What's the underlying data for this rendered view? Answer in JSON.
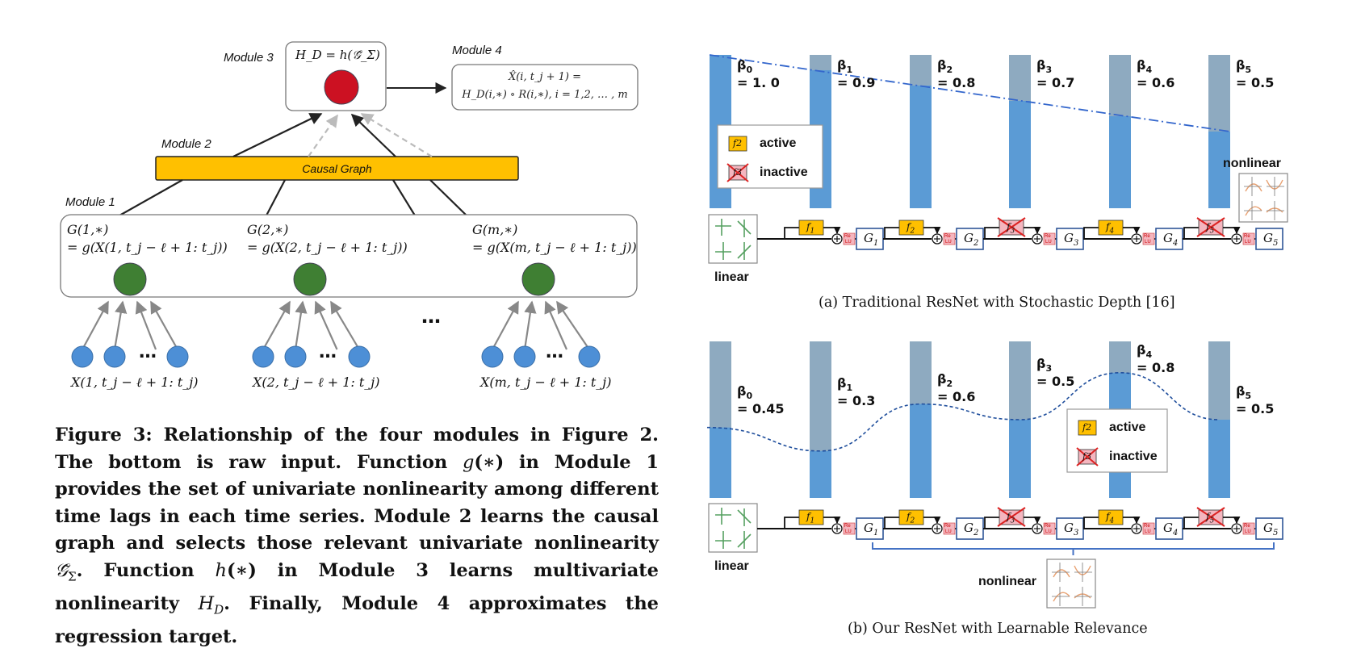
{
  "left_figure": {
    "modules": {
      "m1": "Module 1",
      "m2": "Module 2",
      "m3": "Module 3",
      "m4": "Module 4"
    },
    "module3_formula": "H_D = h(𝒢̃_Σ)",
    "module4_formula_line1": "X̂(i, t_j + 1) =",
    "module4_formula_line2": "H_D(i,∗) ∘ R(i,∗), i = 1,2, … , m",
    "causal_graph": "Causal   Graph",
    "groups": [
      {
        "g_line1": "G(1,∗)",
        "g_line2": "= g(X(1, t_j − ℓ + 1: t_j))",
        "input": "X(1, t_j − ℓ + 1: t_j)"
      },
      {
        "g_line1": "G(2,∗)",
        "g_line2": "= g(X(2, t_j − ℓ + 1: t_j))",
        "input": "X(2, t_j − ℓ + 1: t_j)"
      },
      {
        "g_line1": "G(m,∗)",
        "g_line2": "= g(X(m, t_j − ℓ + 1: t_j))",
        "input": "X(m, t_j − ℓ + 1: t_j)"
      }
    ],
    "ellipsis": "…",
    "colors": {
      "module3_node": "#cc1122",
      "module1_node": "#3f7f33",
      "input_node": "#4d8fd6",
      "causal_bar": "#ffc000"
    }
  },
  "caption": "Figure 3: Relationship of the four modules in Figure 2. The bottom is raw input. Function g(∗) in Module 1 provides the set of univariate nonlinearity among different time lags in each time series. Module 2 learns the causal graph and selects those relevant univariate nonlinearity 𝒢̃_Σ. Function h(∗) in Module 3 learns multivariate nonlinearity H_D. Finally, Module 4 approximates the regression target.",
  "caption_parts": {
    "p1": "Figure 3: Relationship of the four modules in Figure 2. The bottom is raw input. Function ",
    "g": "g",
    "p2": "(∗) in Module 1 provides the set of univariate nonlinearity among different time lags in each time series. Module 2 learns the causal graph and selects those relevant univariate nonlinearity ",
    "gsig": "𝒢̃",
    "sig": "Σ",
    "p3": ". Function ",
    "h": "h",
    "p4": "(∗) in Module 3 learns multivariate nonlinearity ",
    "H": "H",
    "D": "D",
    "p5": ". Finally, Module 4 approximates the regression target."
  },
  "panel_a": {
    "caption": "(a)  Traditional ResNet with Stochastic Depth [16]",
    "beta_names": [
      "β0",
      "β1",
      "β2",
      "β3",
      "β4",
      "β5"
    ],
    "beta_values": [
      "= 1. 0",
      "= 0.9",
      "= 0.8",
      "= 0.7",
      "= 0.6",
      "= 0.5"
    ],
    "survival": [
      1.0,
      0.9,
      0.8,
      0.7,
      0.6,
      0.5
    ],
    "legend": {
      "active": "active",
      "inactive": "inactive",
      "active_sym": "f2",
      "inactive_sym": "f3"
    },
    "f_labels": [
      "f1",
      "f2",
      "f3",
      "f4",
      "f5"
    ],
    "f_active": [
      true,
      true,
      false,
      true,
      false
    ],
    "g_labels": [
      "G1",
      "G2",
      "G3",
      "G4",
      "G5"
    ],
    "relu": "Re LU",
    "linear": "linear",
    "nonlinear": "nonlinear"
  },
  "panel_b": {
    "caption": "(b)  Our ResNet with Learnable Relevance",
    "beta_names": [
      "β0",
      "β1",
      "β2",
      "β3",
      "β4",
      "β5"
    ],
    "beta_values": [
      "= 0.45",
      "= 0.3",
      "= 0.6",
      "= 0.5",
      "= 0.8",
      "= 0.5"
    ],
    "survival": [
      0.45,
      0.3,
      0.6,
      0.5,
      0.8,
      0.5
    ],
    "legend": {
      "active": "active",
      "inactive": "inactive",
      "active_sym": "f2",
      "inactive_sym": "f3"
    },
    "f_labels": [
      "f1",
      "f2",
      "f3",
      "f4",
      "f5"
    ],
    "f_active": [
      true,
      true,
      false,
      true,
      false
    ],
    "g_labels": [
      "G1",
      "G2",
      "G3",
      "G4",
      "G5"
    ],
    "relu": "Re LU",
    "linear": "linear",
    "nonlinear": "nonlinear"
  },
  "colors": {
    "bar_fill": "#5b9bd5",
    "bar_empty": "#8eaac0",
    "dash_line": "#3366cc",
    "f_active": "#ffc000",
    "f_inactive": "#f4b6bf",
    "relu": "#f4b6bf",
    "g_border": "#2f5597",
    "bracket": "#4472c4"
  }
}
